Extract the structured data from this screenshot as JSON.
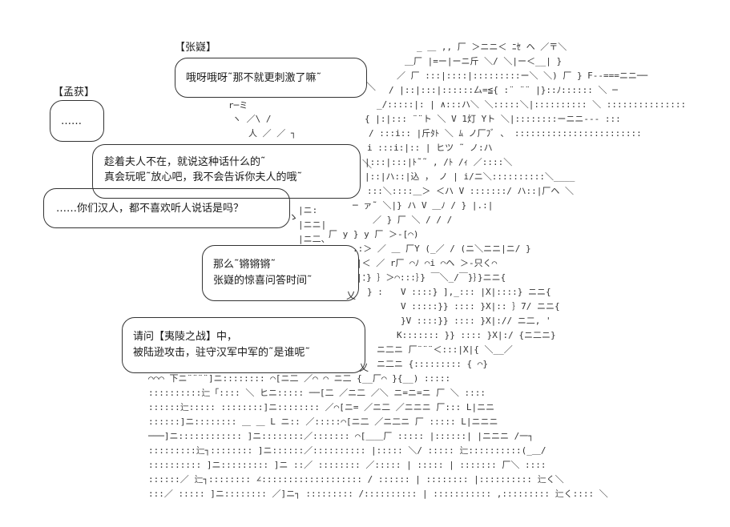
{
  "speakers": {
    "zhang_yi": "【张嶷】",
    "meng_huo": "【孟获】"
  },
  "bubbles": {
    "zhang_yi_1": {
      "line1": "哦呀哦呀˜那不就更刺激了嘛˜"
    },
    "meng_huo_1": {
      "line1": "……"
    },
    "meng_huo_2": {
      "line1": "趁着夫人不在，就说这种话什么的˜",
      "line2": "真会玩呢˜放心吧，我不会告诉你夫人的哦˜"
    },
    "meng_huo_3": {
      "line1": "……你们汉人，都不喜欢听人说话是吗？"
    },
    "zhang_yi_2": {
      "line1": "那么˜锵锵锵˜",
      "line2": "张嶷的惊喜问答时间˜"
    },
    "zhang_yi_3": {
      "line1": "请问【夷陵之战】中，",
      "line2": "被陆逊攻击，驻守汉军中军的˜是谁呢˜"
    }
  },
  "ascii_art": [
    "r─ミ",
    "ヽ ／",
    "|ニ:|ニ",
    "|ニニ、",
    "ニニニ|:::|ニニ"
  ]
}
